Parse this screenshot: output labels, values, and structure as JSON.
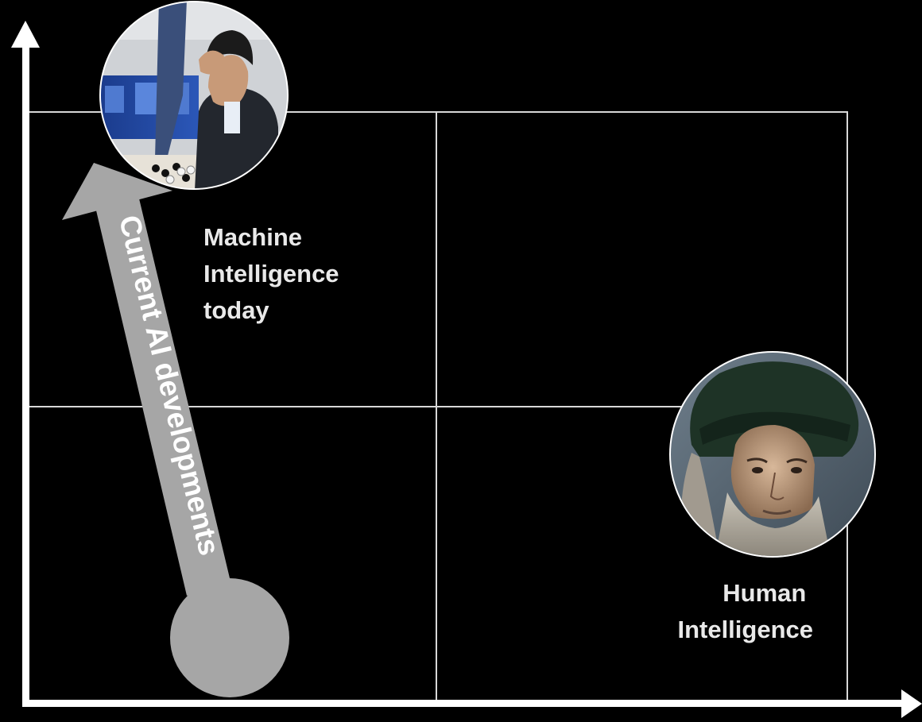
{
  "colors": {
    "background": "#000000",
    "grid": "#d8d8d8",
    "axis": "#ffffff",
    "arrow_fill": "#a6a6a6",
    "label_text": "#e9e9e9",
    "arrow_text": "#ffffff"
  },
  "arrow_label": "Current AI developments",
  "machine_label": {
    "lines": [
      "Machine",
      "Intelligence",
      "today"
    ]
  },
  "human_label": {
    "lines": [
      "Human",
      "Intelligence"
    ]
  },
  "images": {
    "machine_photo": "go-player-photo",
    "human_photo": "leonardo-portrait"
  }
}
